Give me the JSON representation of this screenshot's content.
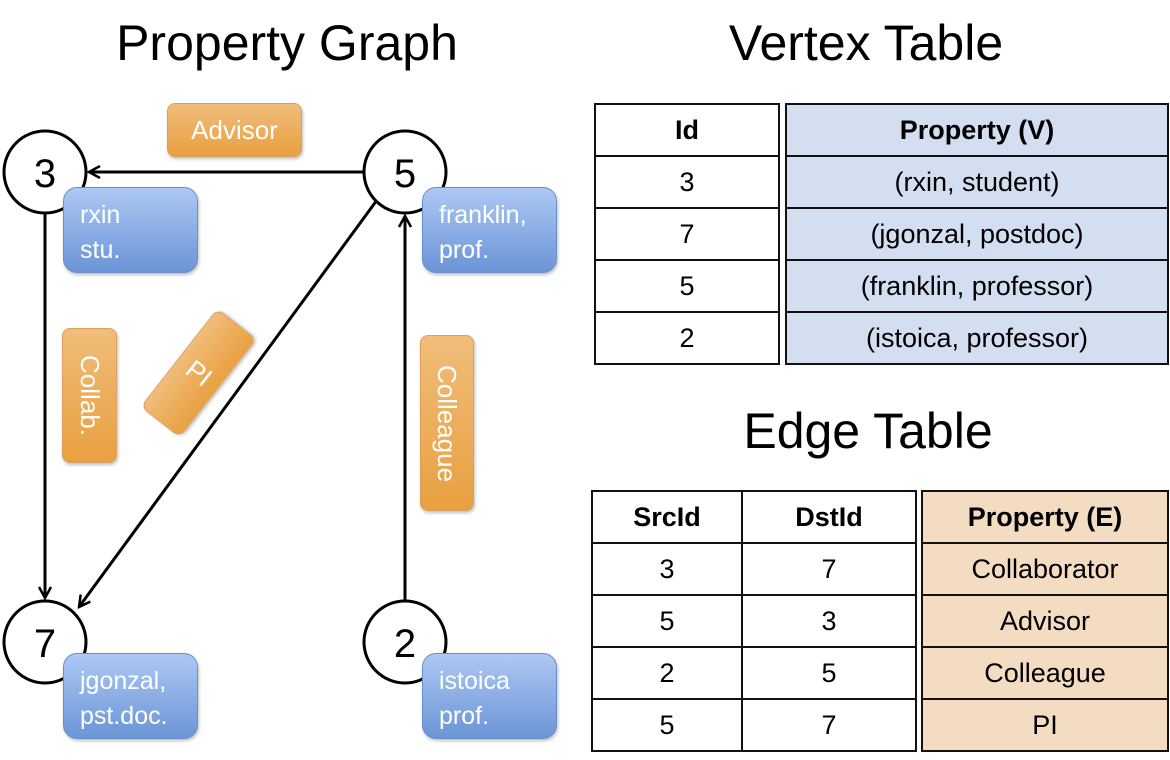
{
  "titles": {
    "graph": "Property Graph",
    "vertex": "Vertex Table",
    "edge": "Edge Table"
  },
  "colors": {
    "vertex_box": "#7ea3e0",
    "edge_label": "#eba84d",
    "vertex_prop_col": "#d3dff0",
    "edge_prop_col": "#f3dcc1"
  },
  "graph": {
    "nodes": [
      {
        "id": "3",
        "line1": "rxin",
        "line2": "stu."
      },
      {
        "id": "5",
        "line1": "franklin,",
        "line2": "prof."
      },
      {
        "id": "7",
        "line1": "jgonzal,",
        "line2": "pst.doc."
      },
      {
        "id": "2",
        "line1": "istoica",
        "line2": "prof."
      }
    ],
    "edge_labels": {
      "advisor": "Advisor",
      "collab": "Collab.",
      "pi": "PI",
      "colleague": "Colleague"
    }
  },
  "vertex_table": {
    "headers": [
      "Id",
      "Property (V)"
    ],
    "rows": [
      [
        "3",
        "(rxin, student)"
      ],
      [
        "7",
        "(jgonzal, postdoc)"
      ],
      [
        "5",
        "(franklin, professor)"
      ],
      [
        "2",
        "(istoica, professor)"
      ]
    ]
  },
  "edge_table": {
    "headers": [
      "SrcId",
      "DstId",
      "Property (E)"
    ],
    "rows": [
      [
        "3",
        "7",
        "Collaborator"
      ],
      [
        "5",
        "3",
        "Advisor"
      ],
      [
        "2",
        "5",
        "Colleague"
      ],
      [
        "5",
        "7",
        "PI"
      ]
    ]
  }
}
